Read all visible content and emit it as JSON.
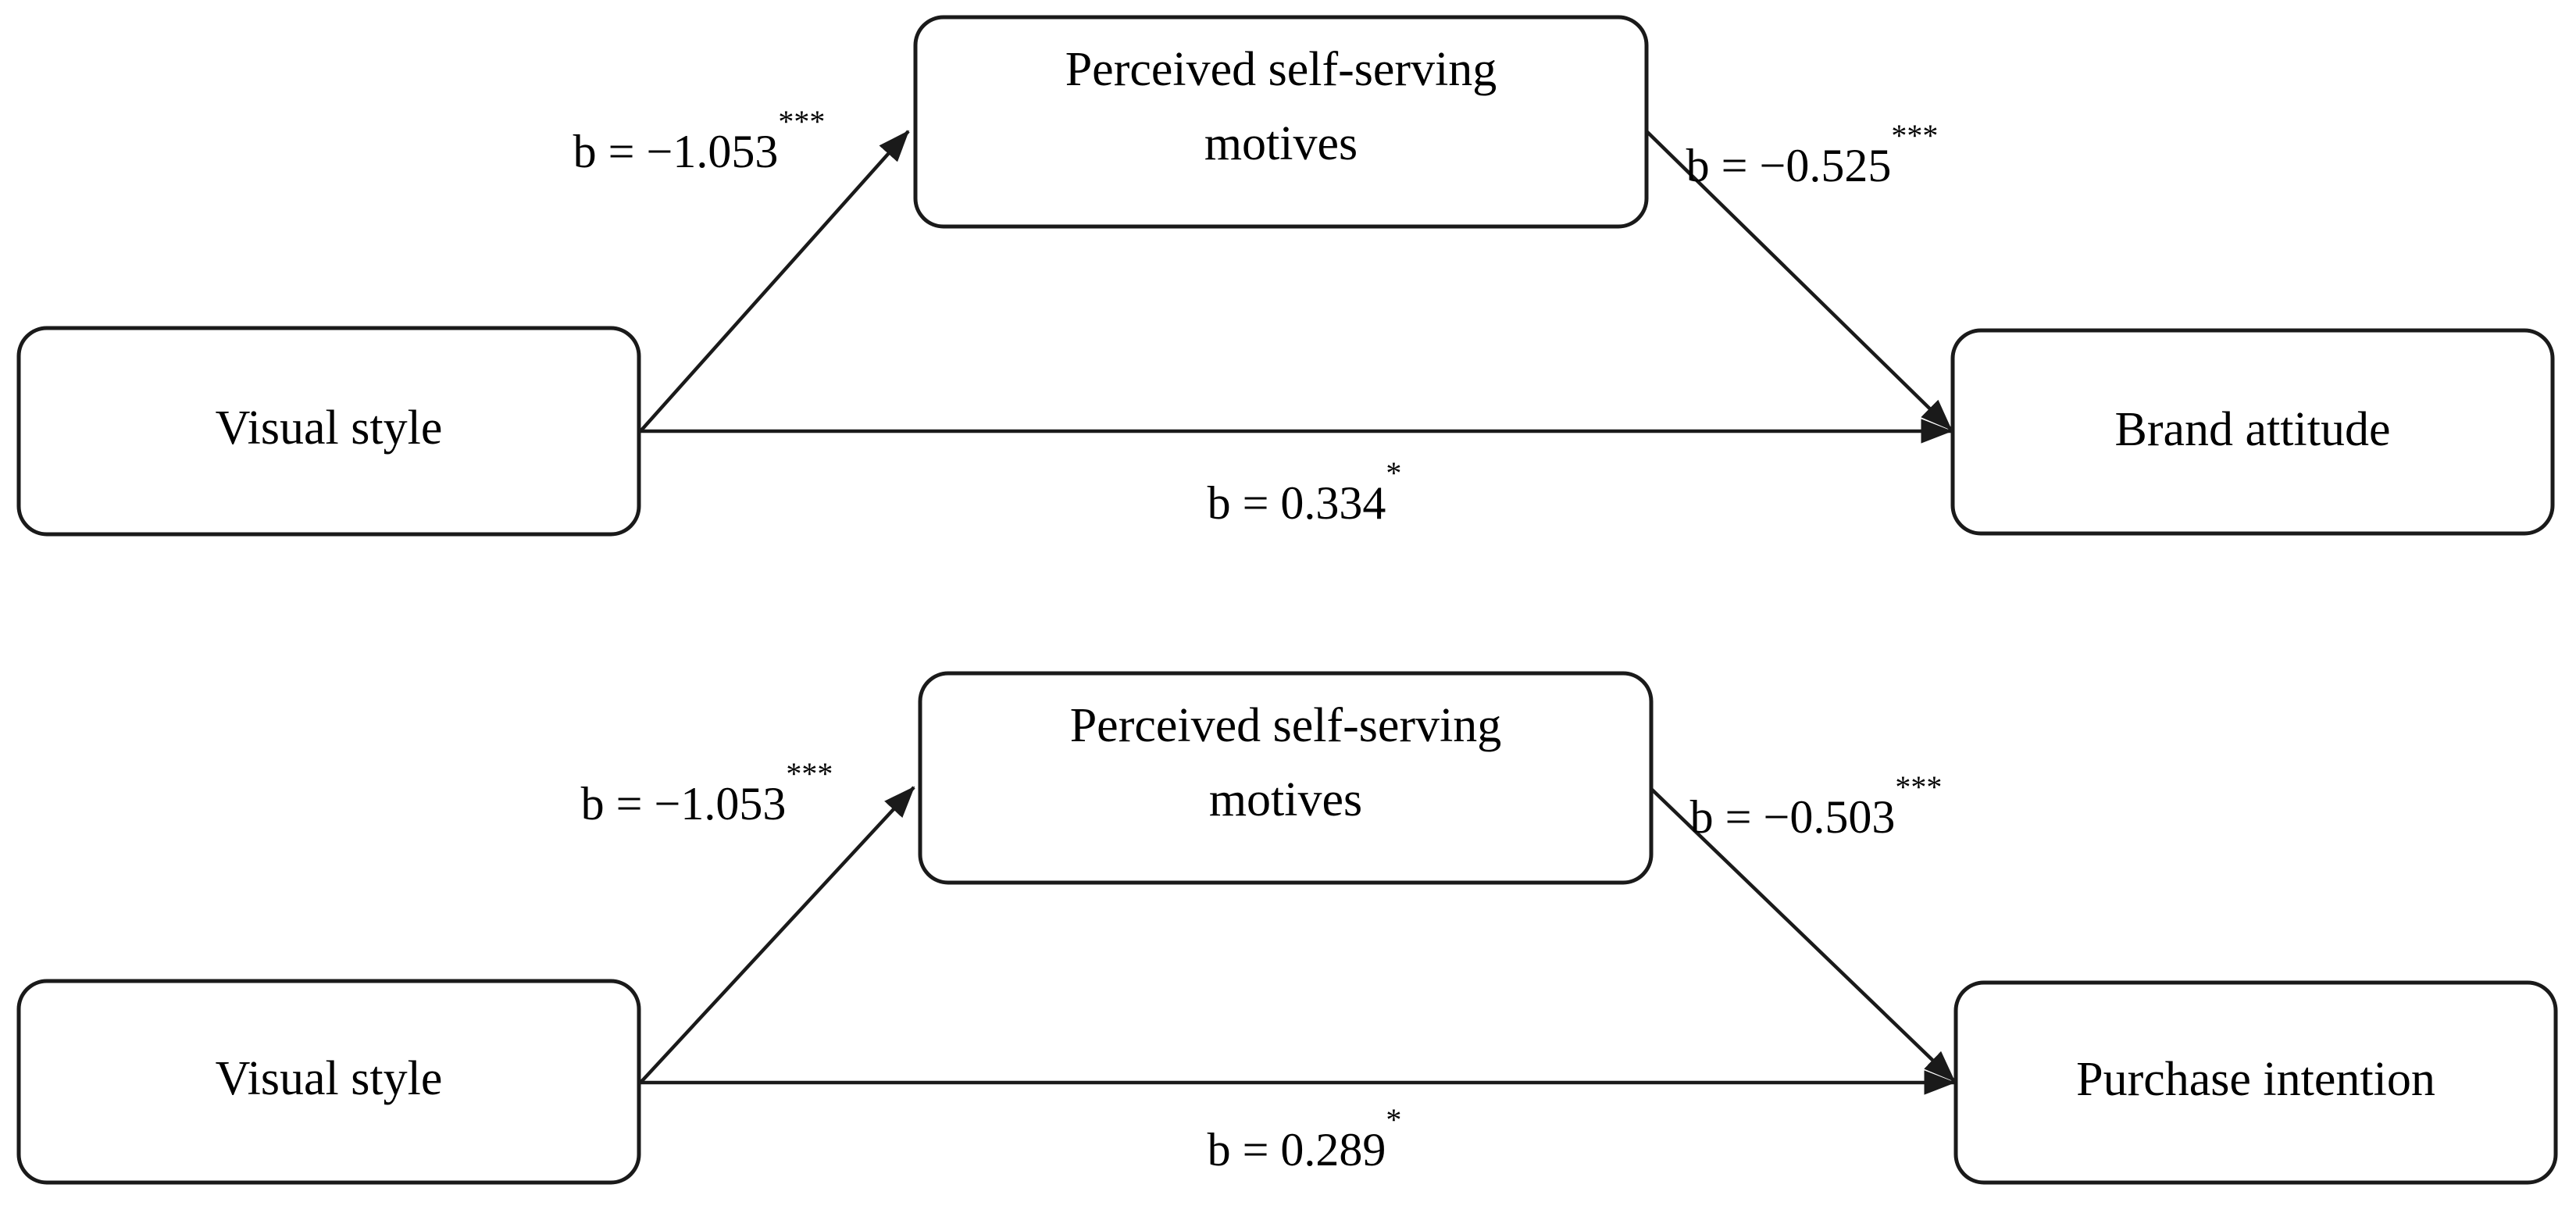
{
  "figure": {
    "type": "mediation-path-diagram",
    "background_color": "#ffffff",
    "line_color": "#1a1a1a",
    "text_color": "#000000"
  },
  "panels": [
    {
      "id": "panel-brand-attitude",
      "nodes": {
        "predictor": {
          "label": "Visual style"
        },
        "mediator": {
          "label_line1": "Perceived self-serving",
          "label_line2": "motives"
        },
        "outcome": {
          "label": "Brand attitude"
        }
      },
      "paths": {
        "a_path": {
          "label": "b = −1.053",
          "significance": "***",
          "full": "b = −1.053***",
          "value": -1.053,
          "from": "Visual style",
          "to": "Perceived self-serving motives"
        },
        "b_path": {
          "label": "b = −0.525",
          "significance": "***",
          "full": "b = −0.525***",
          "value": -0.525,
          "from": "Perceived self-serving motives",
          "to": "Brand attitude"
        },
        "c_path": {
          "label": "b = 0.334",
          "significance": "*",
          "full": "b = 0.334*",
          "value": 0.334,
          "from": "Visual style",
          "to": "Brand attitude"
        }
      }
    },
    {
      "id": "panel-purchase-intention",
      "nodes": {
        "predictor": {
          "label": "Visual style"
        },
        "mediator": {
          "label_line1": "Perceived self-serving",
          "label_line2": "motives"
        },
        "outcome": {
          "label": "Purchase intention"
        }
      },
      "paths": {
        "a_path": {
          "label": "b = −1.053",
          "significance": "***",
          "full": "b = −1.053***",
          "value": -1.053,
          "from": "Visual style",
          "to": "Perceived self-serving motives"
        },
        "b_path": {
          "label": "b = −0.503",
          "significance": "***",
          "full": "b = −0.503***",
          "value": -0.503,
          "from": "Perceived self-serving motives",
          "to": "Purchase intention"
        },
        "c_path": {
          "label": "b = 0.289",
          "significance": "*",
          "full": "b = 0.289*",
          "value": 0.289,
          "from": "Visual style",
          "to": "Purchase intention"
        }
      }
    }
  ]
}
